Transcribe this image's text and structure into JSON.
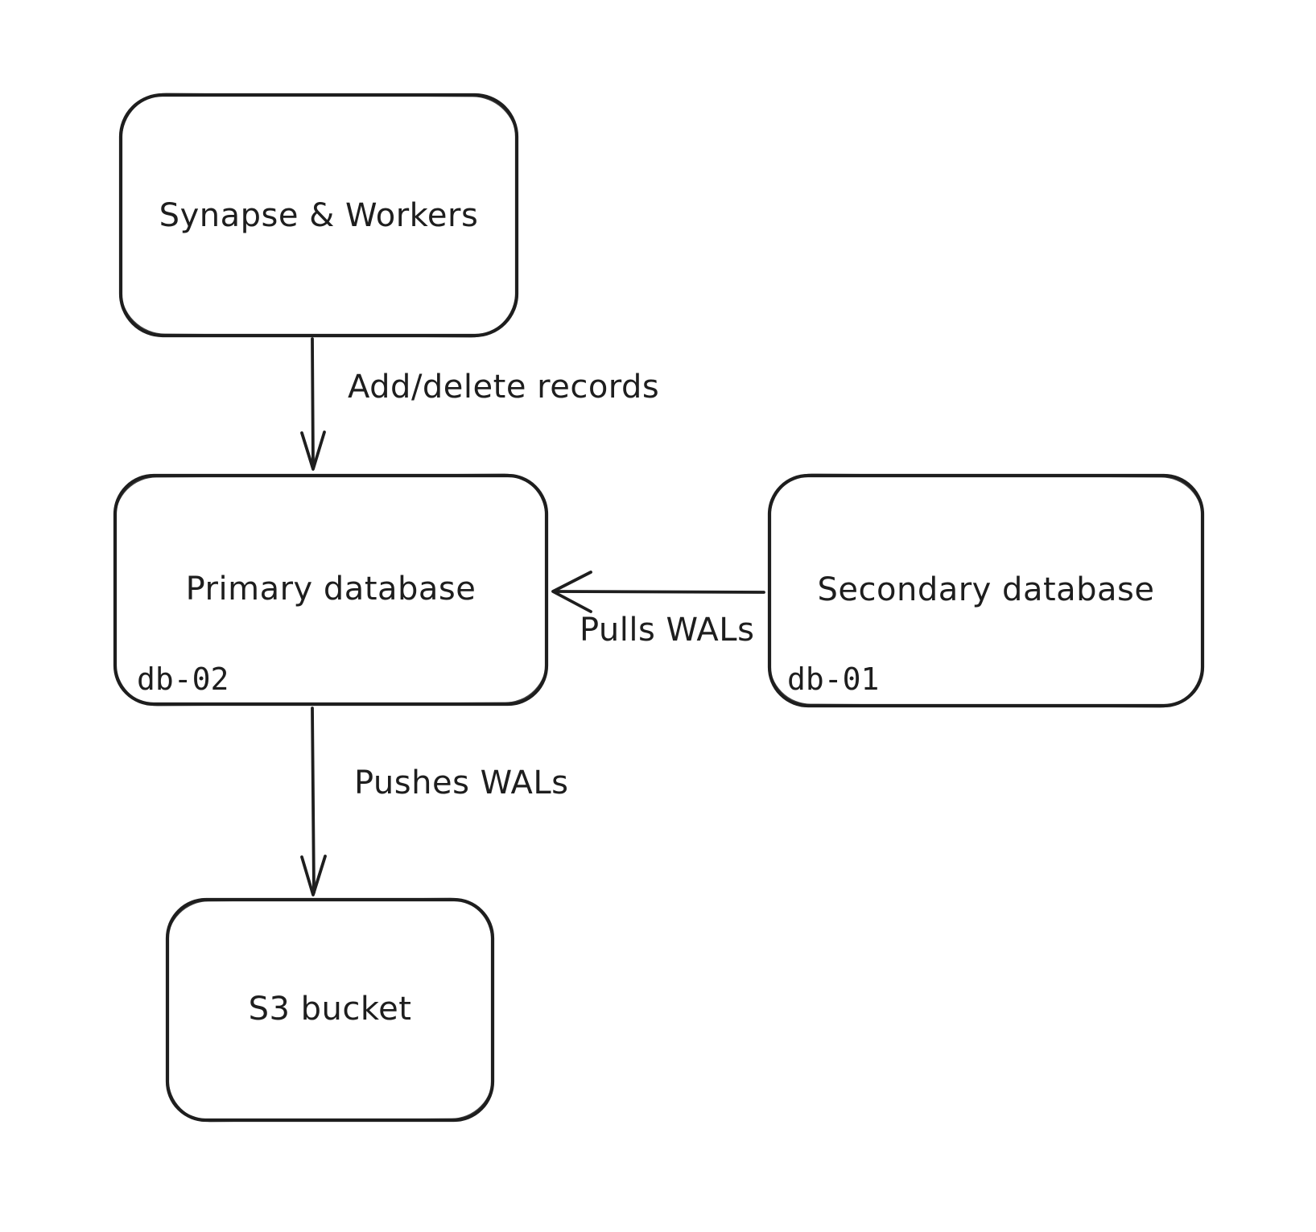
{
  "diagram": {
    "colors": {
      "background": "#ffffff",
      "stroke": "#1e1e1e"
    },
    "nodes": [
      {
        "id": "synapse-workers",
        "label": "Synapse & Workers"
      },
      {
        "id": "primary-database",
        "label": "Primary database",
        "code_label": "db-02"
      },
      {
        "id": "secondary-database",
        "label": "Secondary database",
        "code_label": "db-01"
      },
      {
        "id": "s3-bucket",
        "label": "S3 bucket"
      }
    ],
    "edges": [
      {
        "id": "add-delete-records",
        "label": "Add/delete records",
        "from": "synapse-workers",
        "to": "primary-database",
        "direction": "down"
      },
      {
        "id": "pulls-wals",
        "label": "Pulls WALs",
        "from": "secondary-database",
        "to": "primary-database",
        "direction": "left"
      },
      {
        "id": "pushes-wals",
        "label": "Pushes WALs",
        "from": "primary-database",
        "to": "s3-bucket",
        "direction": "down"
      }
    ]
  }
}
